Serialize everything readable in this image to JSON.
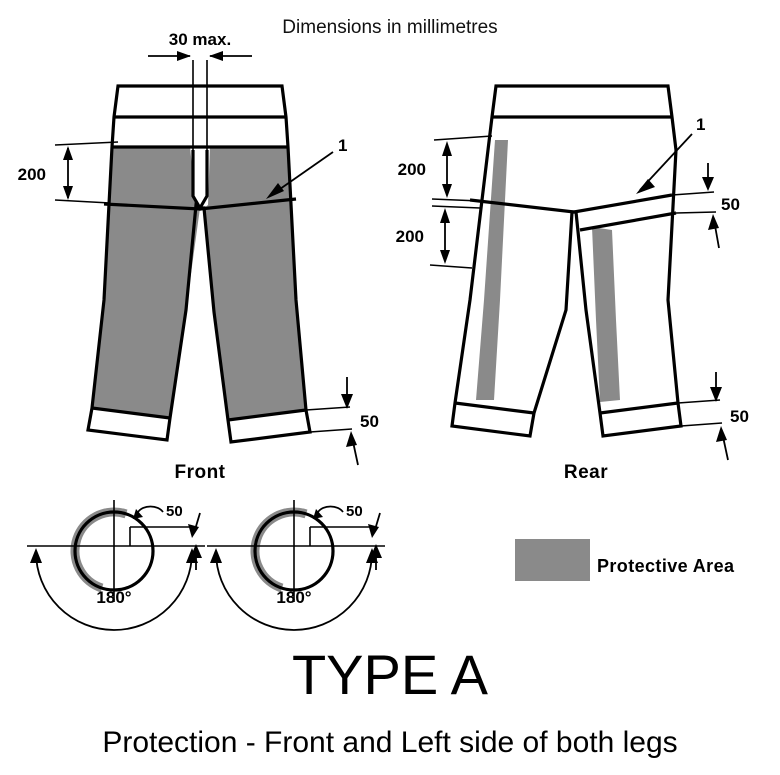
{
  "header": {
    "note": "Dimensions in millimetres"
  },
  "front_view": {
    "label": "Front",
    "fly_dimension": "30 max.",
    "thigh_dimension": "200",
    "hem_dimension": "50",
    "callout": "1"
  },
  "rear_view": {
    "label": "Rear",
    "upper_dimension": "200",
    "lower_dimension": "200",
    "crotch_dimension": "50",
    "hem_dimension": "50",
    "callout": "1"
  },
  "sections": [
    {
      "name": "left-leg-section",
      "angle_label": "180°",
      "offset_label": "50"
    },
    {
      "name": "right-leg-section",
      "angle_label": "180°",
      "offset_label": "50"
    }
  ],
  "legend": {
    "swatch_color": "#8a8a8a",
    "label": "Protective  Area"
  },
  "footer": {
    "title": "TYPE A",
    "subtitle": "Protection - Front and Left side of both legs"
  }
}
